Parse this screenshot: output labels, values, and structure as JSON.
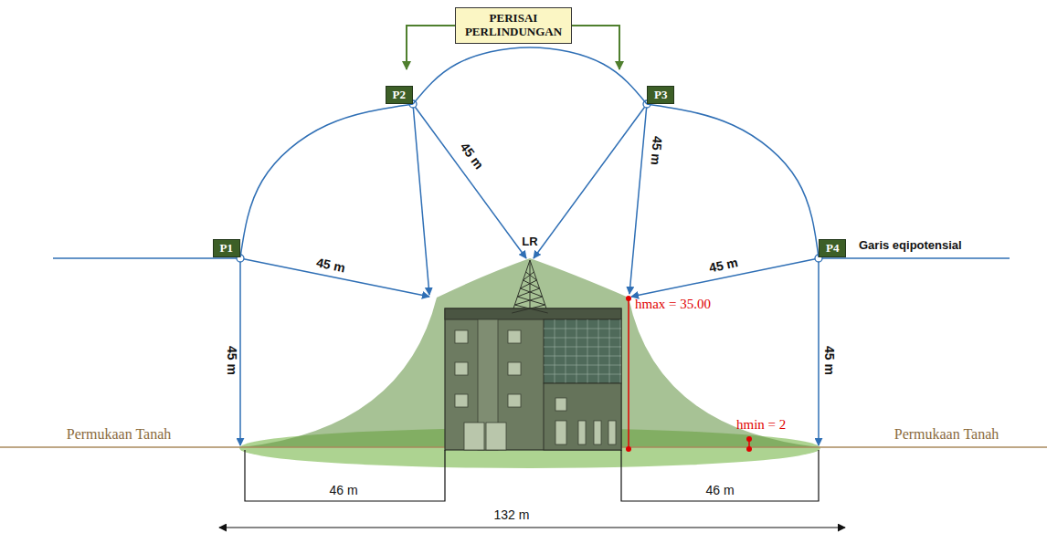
{
  "diagram": {
    "nodes": [
      {
        "text": [
          "PERISAI PERLINDUNGAN"
        ]
      },
      {
        "text": [
          "P1"
        ]
      },
      {
        "text": [
          "P2"
        ]
      },
      {
        "text": [
          "P3"
        ]
      },
      {
        "text": [
          "P4"
        ]
      }
    ],
    "edges": [
      {
        "from": 1,
        "to": 2,
        "arrow": "none"
      },
      {
        "from": 2,
        "to": 3,
        "arrow": "none"
      },
      {
        "from": 3,
        "to": 4,
        "arrow": "none"
      }
    ],
    "labels": [
      "Garis eqipotensial",
      "LR",
      "45 m",
      "45 m",
      "45 m",
      "45 m",
      "45 m",
      "45 m",
      "hmax = 35.00",
      "hmin = 2",
      "Permukaan Tanah",
      "Permukaan Tanah",
      "46 m",
      "46 m",
      "132 m"
    ]
  }
}
